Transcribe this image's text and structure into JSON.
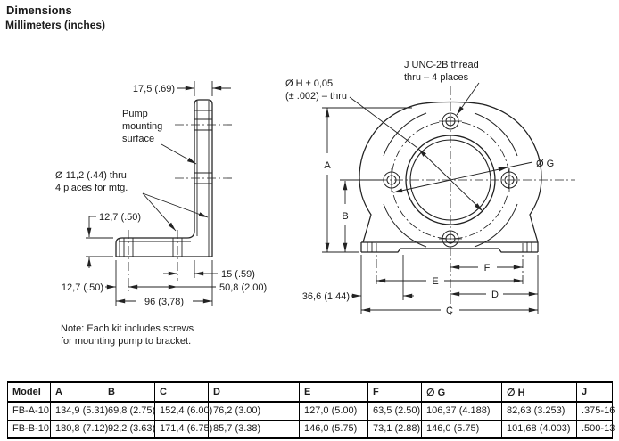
{
  "page": {
    "title": "Dimensions",
    "subtitle": "Millimeters (inches)"
  },
  "side_view": {
    "pump_surface_label": [
      "Pump",
      "mounting",
      "surface"
    ],
    "holes_label": [
      "Ø 11,2 (.44) thru",
      "4 places for mtg."
    ],
    "note": [
      "Note: Each kit includes screws",
      "for mounting pump to bracket."
    ],
    "dims": {
      "thickness": "17,5 (.69)",
      "leg_height": "12,7 (.50)",
      "end_offset": "12,7 (.50)",
      "hole_to_face": "15 (.59)",
      "hole_spacing": "50,8 (2.00)",
      "overall": "96 (3,78)"
    }
  },
  "front_view": {
    "bore_label": [
      "Ø H ± 0,05",
      "(± .002) – thru"
    ],
    "thread_label": [
      "J UNC-2B thread",
      "thru – 4 places"
    ],
    "bolt_circle_label": "Ø G",
    "dims": {
      "a": "A",
      "b": "B",
      "c": "C",
      "d": "D",
      "e": "E",
      "f": "F",
      "foot": "36,6 (1.44)"
    }
  },
  "table": {
    "headers": [
      "Model",
      "A",
      "B",
      "C",
      "D",
      "E",
      "F",
      "∅ G",
      "∅ H",
      "J"
    ],
    "rows": [
      [
        "FB-A-10",
        "134,9 (5.31)",
        "69,8 (2.75)",
        "152,4 (6.00)",
        "76,2 (3.00)",
        "127,0 (5.00)",
        "63,5 (2.50)",
        "106,37 (4.188)",
        "82,63 (3.253)",
        ".375-16"
      ],
      [
        "FB-B-10",
        "180,8 (7.12)",
        "92,2 (3.63)",
        "171,4 (6.75)",
        "85,7 (3.38)",
        "146,0 (5.75)",
        "73,1 (2.88)",
        "146,0 (5.75)",
        "101,68 (4.003)",
        ".500-13"
      ]
    ]
  },
  "colors": {
    "ink": "#1a1a1a",
    "background": "#ffffff"
  }
}
